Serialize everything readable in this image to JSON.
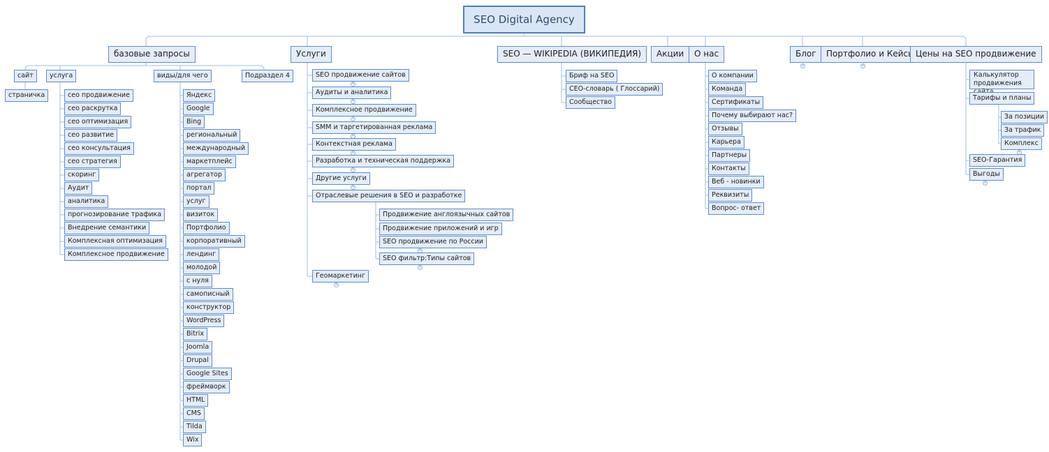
{
  "map": {
    "root": "SEO Digital Agency",
    "branches": {
      "base": "базовые запросы",
      "services": "Услуги",
      "wiki": "SEO — WIKIPEDIA (ВИКИПЕДИЯ)",
      "promo": "Акции",
      "about": "О нас",
      "blog": "Блог",
      "portfolio": "Портфолио и Кейсы",
      "prices": "Цены на SEO продвижение"
    },
    "base": {
      "site": "сайт",
      "page": "страничка",
      "service": "услуга",
      "types": "виды/для чего",
      "sub4": "Подраздел 4",
      "service_items": [
        "сео продвижение",
        "сео раскрутка",
        "сео оптимизация",
        "сео развитие",
        "сео консультация",
        "сео стратегия",
        "скоринг",
        "Аудит",
        "аналитика",
        "прогнозирование трафика",
        "Внедрение семантики",
        "Комплексная оптимизация",
        "Комплексное продвижение"
      ],
      "type_items": [
        "Яндекс",
        "Google",
        "Bing",
        "региональный",
        "международный",
        "маркетплейс",
        "агрегатор",
        "портал",
        "услуг",
        "визиток",
        "Портфолио",
        "корпоративный",
        "лендинг",
        "молодой",
        "с нуля",
        "самописный",
        "конструктор",
        "WordPress",
        "Bitrix",
        "Joomla",
        "Drupal",
        "Google Sites",
        "фреймворк",
        "HTML",
        "CMS",
        "Tilda",
        "Wix"
      ]
    },
    "services": {
      "items": [
        "SEO продвижение сайтов",
        "Аудиты и аналитика",
        "Комплексное продвижение",
        "SMM и таргетированная реклама",
        "Контекстная реклама",
        "Разработка и техническая поддержка",
        "Другие услуги",
        "Отраслевые решения в SEO и разработке"
      ],
      "industry": [
        "Продвижение англоязычных сайтов",
        "Продвижение приложений и игр",
        "SEO продвижение по России",
        "SEO фильтр:Типы сайтов"
      ],
      "geo": "Геомаркетинг"
    },
    "wiki": [
      "Бриф на SEO",
      "СЕО-словарь ( Глоссарий)",
      "Сообщество"
    ],
    "about": [
      "О компании",
      "Команда",
      "Сертификаты",
      "Почему выбирают нас?",
      "Отзывы",
      "Карьера",
      "Партнеры",
      "Контакты",
      "Веб - новинки",
      "Реквизиты",
      "Вопрос- ответ"
    ],
    "prices": {
      "calculator": "Калькулятор продвижения сайта",
      "tariffs": "Тарифы и планы",
      "tariff_items": [
        "За позиции",
        "За трафик",
        "Комплекс"
      ],
      "guarantee": "SEO-Гарантия",
      "benefits": "Выгоды"
    },
    "collapsed_marker": "+"
  }
}
